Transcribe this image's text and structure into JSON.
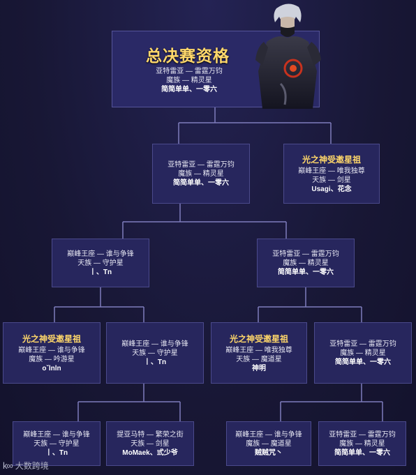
{
  "root": {
    "title": "总决赛资格",
    "lines": [
      "亚特雷亚 — 雷霆万钧",
      "魔族 — 精灵星",
      "简简单单、一零六"
    ]
  },
  "level1": {
    "left": {
      "lines": [
        "亚特雷亚 — 雷霆万钧",
        "魔族 — 精灵星",
        "简简单单、一零六"
      ]
    },
    "right": {
      "title": "光之神受邀星祖",
      "lines": [
        "巅峰王座 — 唯我独尊",
        "天族 — 剑星",
        "Usagi、花念"
      ]
    }
  },
  "level2": {
    "left": {
      "lines": [
        "巅峰王座 — 谁与争锋",
        "天族 — 守护星",
        "丨、Tn"
      ]
    },
    "right": {
      "lines": [
        "亚特雷亚 — 雷霆万钧",
        "魔族 — 精灵星",
        "简简单单、一零六"
      ]
    }
  },
  "level3": [
    {
      "title": "光之神受邀星祖",
      "lines": [
        "巅峰王座 — 谁与争锋",
        "魔族 — 吟游星",
        "oˇlnln"
      ]
    },
    {
      "lines": [
        "巅峰王座 — 谁与争锋",
        "天族 — 守护星",
        "丨、Tn"
      ]
    },
    {
      "title": "光之神受邀星祖",
      "lines": [
        "巅峰王座 — 唯我独尊",
        "天族 — 魔道星",
        "神明"
      ]
    },
    {
      "lines": [
        "亚特雷亚 — 雷霆万钧",
        "魔族 — 精灵星",
        "简简单单、一零六"
      ]
    }
  ],
  "level4": [
    {
      "lines": [
        "巅峰王座 — 谁与争锋",
        "天族 — 守护星",
        "丨、Tn"
      ]
    },
    {
      "lines": [
        "提亚马特 — 繁荣之街",
        "天族 — 剑星",
        "MoMaek、弎少爷"
      ]
    },
    {
      "lines": [
        "巅峰王座 — 谁与争锋",
        "魔族 — 魔道星",
        "贼贼咒丶"
      ]
    },
    {
      "lines": [
        "亚特雷亚 — 雷霆万钧",
        "魔族 — 精灵星",
        "简简单单、一零六"
      ]
    }
  ],
  "watermark": {
    "text": "大数跨境",
    "icon": "kk-logo-icon"
  },
  "colors": {
    "background": "#181735",
    "box": "#27265d",
    "line": "#7f7dbd",
    "title": "#ffd76a"
  }
}
